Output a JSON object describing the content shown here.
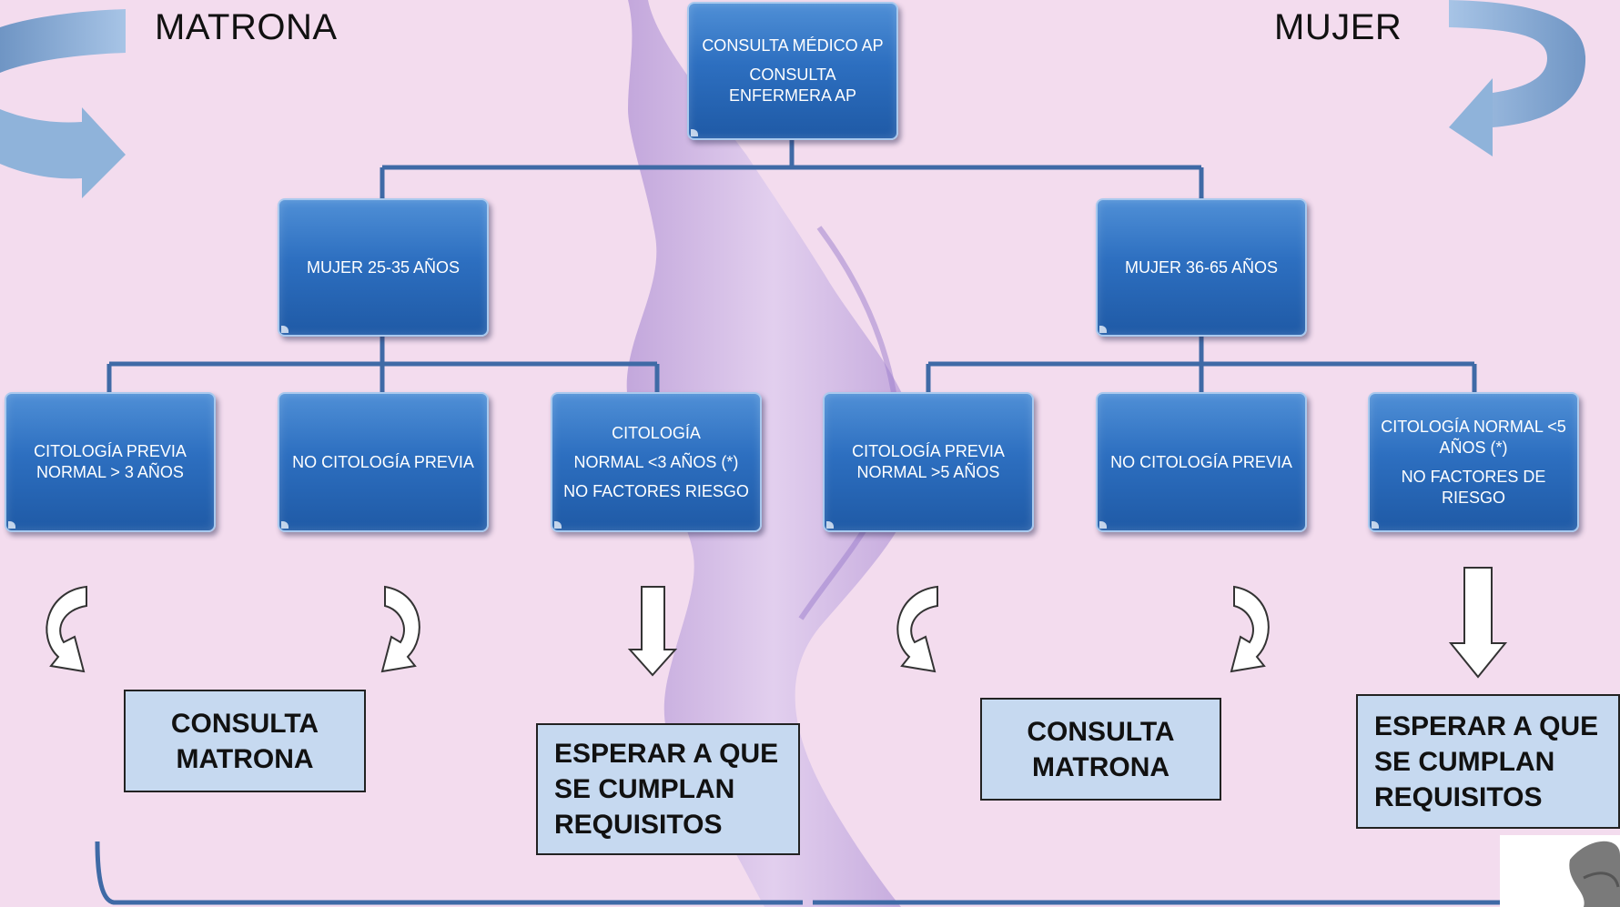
{
  "labels": {
    "left": "MATRONA",
    "right": "MUJER"
  },
  "root": {
    "line1": "CONSULTA MÉDICO AP",
    "line2": "CONSULTA ENFERMERA AP"
  },
  "groups": {
    "young": "MUJER 25-35 AÑOS",
    "older": "MUJER 36-65 AÑOS"
  },
  "leaves": [
    {
      "l1": "CITOLOGÍA PREVIA NORMAL > 3 AÑOS",
      "l2": "",
      "l3": ""
    },
    {
      "l1": "NO CITOLOGÍA PREVIA",
      "l2": "",
      "l3": ""
    },
    {
      "l1": "CITOLOGÍA",
      "l2": "NORMAL <3 AÑOS (*)",
      "l3": "NO FACTORES RIESGO"
    },
    {
      "l1": "CITOLOGÍA PREVIA NORMAL >5 AÑOS",
      "l2": "",
      "l3": ""
    },
    {
      "l1": "NO CITOLOGÍA PREVIA",
      "l2": "",
      "l3": ""
    },
    {
      "l1": "CITOLOGÍA NORMAL <5 AÑOS (*)",
      "l2": "NO FACTORES DE RIESGO",
      "l3": ""
    }
  ],
  "outcomes": {
    "consulta_left": "CONSULTA MATRONA",
    "esperar_left": "ESPERAR A QUE SE CUMPLAN REQUISITOS",
    "consulta_right": "CONSULTA MATRONA",
    "esperar_right": "ESPERAR A QUE SE CUMPLAN REQUISITOS"
  },
  "colors": {
    "node": "#2d6fc0",
    "connector": "#3f6aa6",
    "outcome_fill": "#c6d9f0",
    "background": "#f3dcee",
    "silhouette": "#b89ad8",
    "cycle_arrow": "#8fb3da"
  }
}
